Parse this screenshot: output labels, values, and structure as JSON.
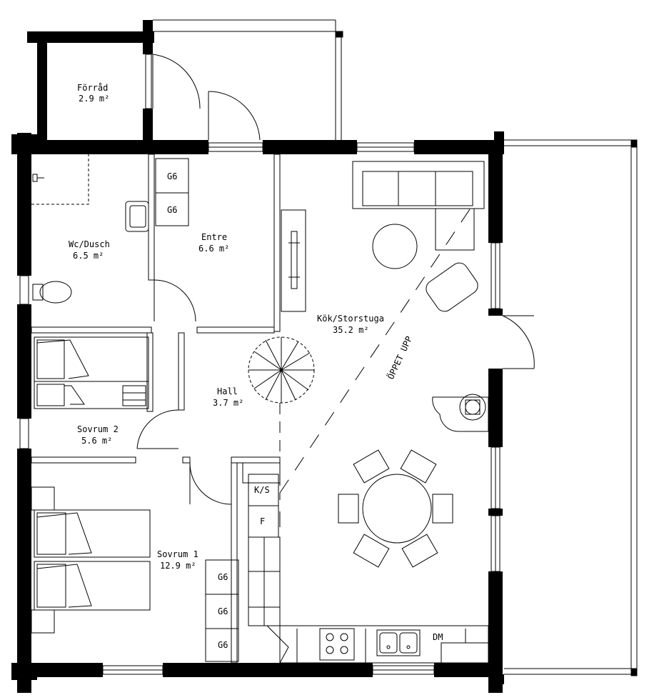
{
  "rooms": {
    "forrad": {
      "name": "Förråd",
      "area": "2.9 m²"
    },
    "wc": {
      "name": "Wc/Dusch",
      "area": "6.5 m²"
    },
    "entre": {
      "name": "Entre",
      "area": "6.6 m²"
    },
    "kok": {
      "name": "Kök/Storstuga",
      "area": "35.2 m²"
    },
    "hall": {
      "name": "Hall",
      "area": "3.7 m²"
    },
    "sovrum2": {
      "name": "Sovrum 2",
      "area": "5.6 m²"
    },
    "sovrum1": {
      "name": "Sovrum 1",
      "area": "12.9 m²"
    }
  },
  "fixtures": {
    "g6": "G6",
    "ks": "K/S",
    "f": "F",
    "dm": "DM"
  },
  "annotations": {
    "open_up": "ÖPPET UPP"
  },
  "colors": {
    "wall": "#000000",
    "line": "#000000",
    "background": "#ffffff"
  }
}
